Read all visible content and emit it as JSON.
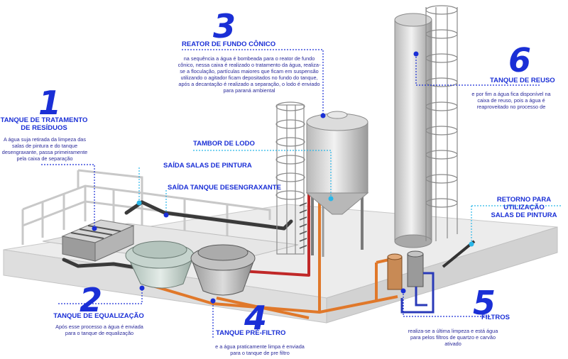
{
  "labels": {
    "n1": "1",
    "t1a": "TANQUE DE TRATAMENTO",
    "t1b": "DE RESÍDUOS",
    "d1a": "A água suja retirada da limpeza das",
    "d1b": "salas de pintura e do tanque",
    "d1c": "desengraxante, passa primeiramente",
    "d1d": "pela caixa de separação",
    "n2": "2",
    "t2": "TANQUE DE EQUALIZAÇÃO",
    "d2a": "Após esse processo a água é enviada",
    "d2b": "para o tanque de equalização",
    "n3": "3",
    "t3": "REATOR DE FUNDO CÔNICO",
    "d3a": "na sequência a água é bombeada para o reator de fundo",
    "d3b": "cônico, nessa caixa é realizado o tratamento da água, realiza-",
    "d3c": "se a floculação, partículas maiores que ficam em suspensão",
    "d3d": "utilizando o agitador ficam depositados no fundo do tanque,",
    "d3e": "após a decantação é realizado a separação, o lodo é enviado",
    "d3f": "para paraná ambiental",
    "n4": "4",
    "t4": "TANQUE PRÉ-FILTRO",
    "d4a": "e a água praticamente limpa é enviada",
    "d4b": "para o tanque de pre filtro",
    "n5": "5",
    "t5": "FILTROS",
    "d5a": "realiza-se a última limpeza e está água",
    "d5b": "para pelos filtros de quartzo e carvão",
    "d5c": "ativado",
    "n6": "6",
    "t6": "TANQUE DE REUSO",
    "d6a": "e por fim a água fica disponível na",
    "d6b": "caixa de reuso, pois a água é",
    "d6c": "reaproveitado no processo de",
    "tambor": "TAMBOR DE LODO",
    "saida_salas": "SAÍDA SALAS DE PINTURA",
    "saida_tanque": "SAÍDA TANQUE DESENGRAXANTE",
    "retorno_a": "RETORNO PARA UTILIZAÇÃO",
    "retorno_b": "SALAS DE PINTURA"
  },
  "colors": {
    "accent_blue": "#1a2fd6",
    "leader_cyan": "#29b6e8",
    "pipe_orange": "#e0782a",
    "pipe_red": "#c02828",
    "pipe_blue": "#2a3ab8"
  }
}
